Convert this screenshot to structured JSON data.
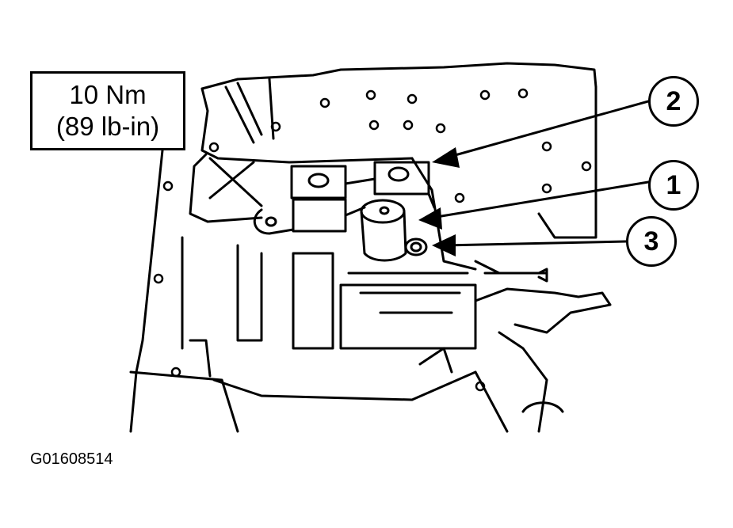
{
  "torque_spec": {
    "metric": "10 Nm",
    "imperial": "(89 lb-in)"
  },
  "callouts": [
    {
      "id": "2",
      "label": "2"
    },
    {
      "id": "1",
      "label": "1"
    },
    {
      "id": "3",
      "label": "3"
    }
  ],
  "figure_id": "G01608514",
  "colors": {
    "line": "#000000",
    "background": "#ffffff"
  }
}
